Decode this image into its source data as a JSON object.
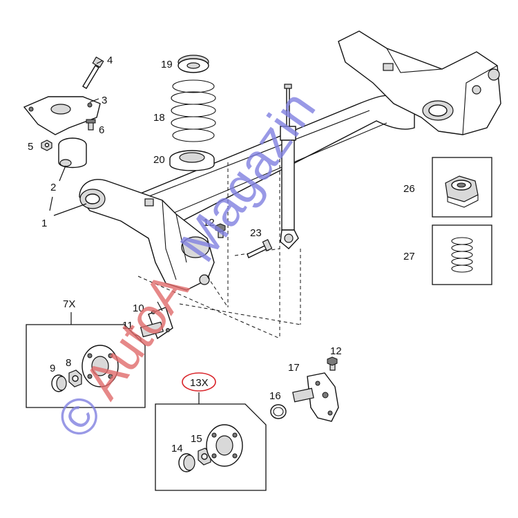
{
  "diagram": {
    "labels": {
      "l1": "1",
      "l2": "2",
      "l3": "3",
      "l4": "4",
      "l5": "5",
      "l6": "6",
      "l7x": "7X",
      "l8": "8",
      "l9": "9",
      "l10": "10",
      "l11": "11",
      "l12a": "12",
      "l12b": "12",
      "l13x": "13X",
      "l14": "14",
      "l15": "15",
      "l16": "16",
      "l17": "17",
      "l18": "18",
      "l19": "19",
      "l20": "20",
      "l23": "23",
      "l26": "26",
      "l27": "27"
    },
    "highlight_color": "#d9262c"
  },
  "watermark": {
    "copyright": "©",
    "part1": "AutoA",
    "part2": "Magazin",
    "color_red": "#e06a6a",
    "color_blue": "#7f7fe0"
  }
}
